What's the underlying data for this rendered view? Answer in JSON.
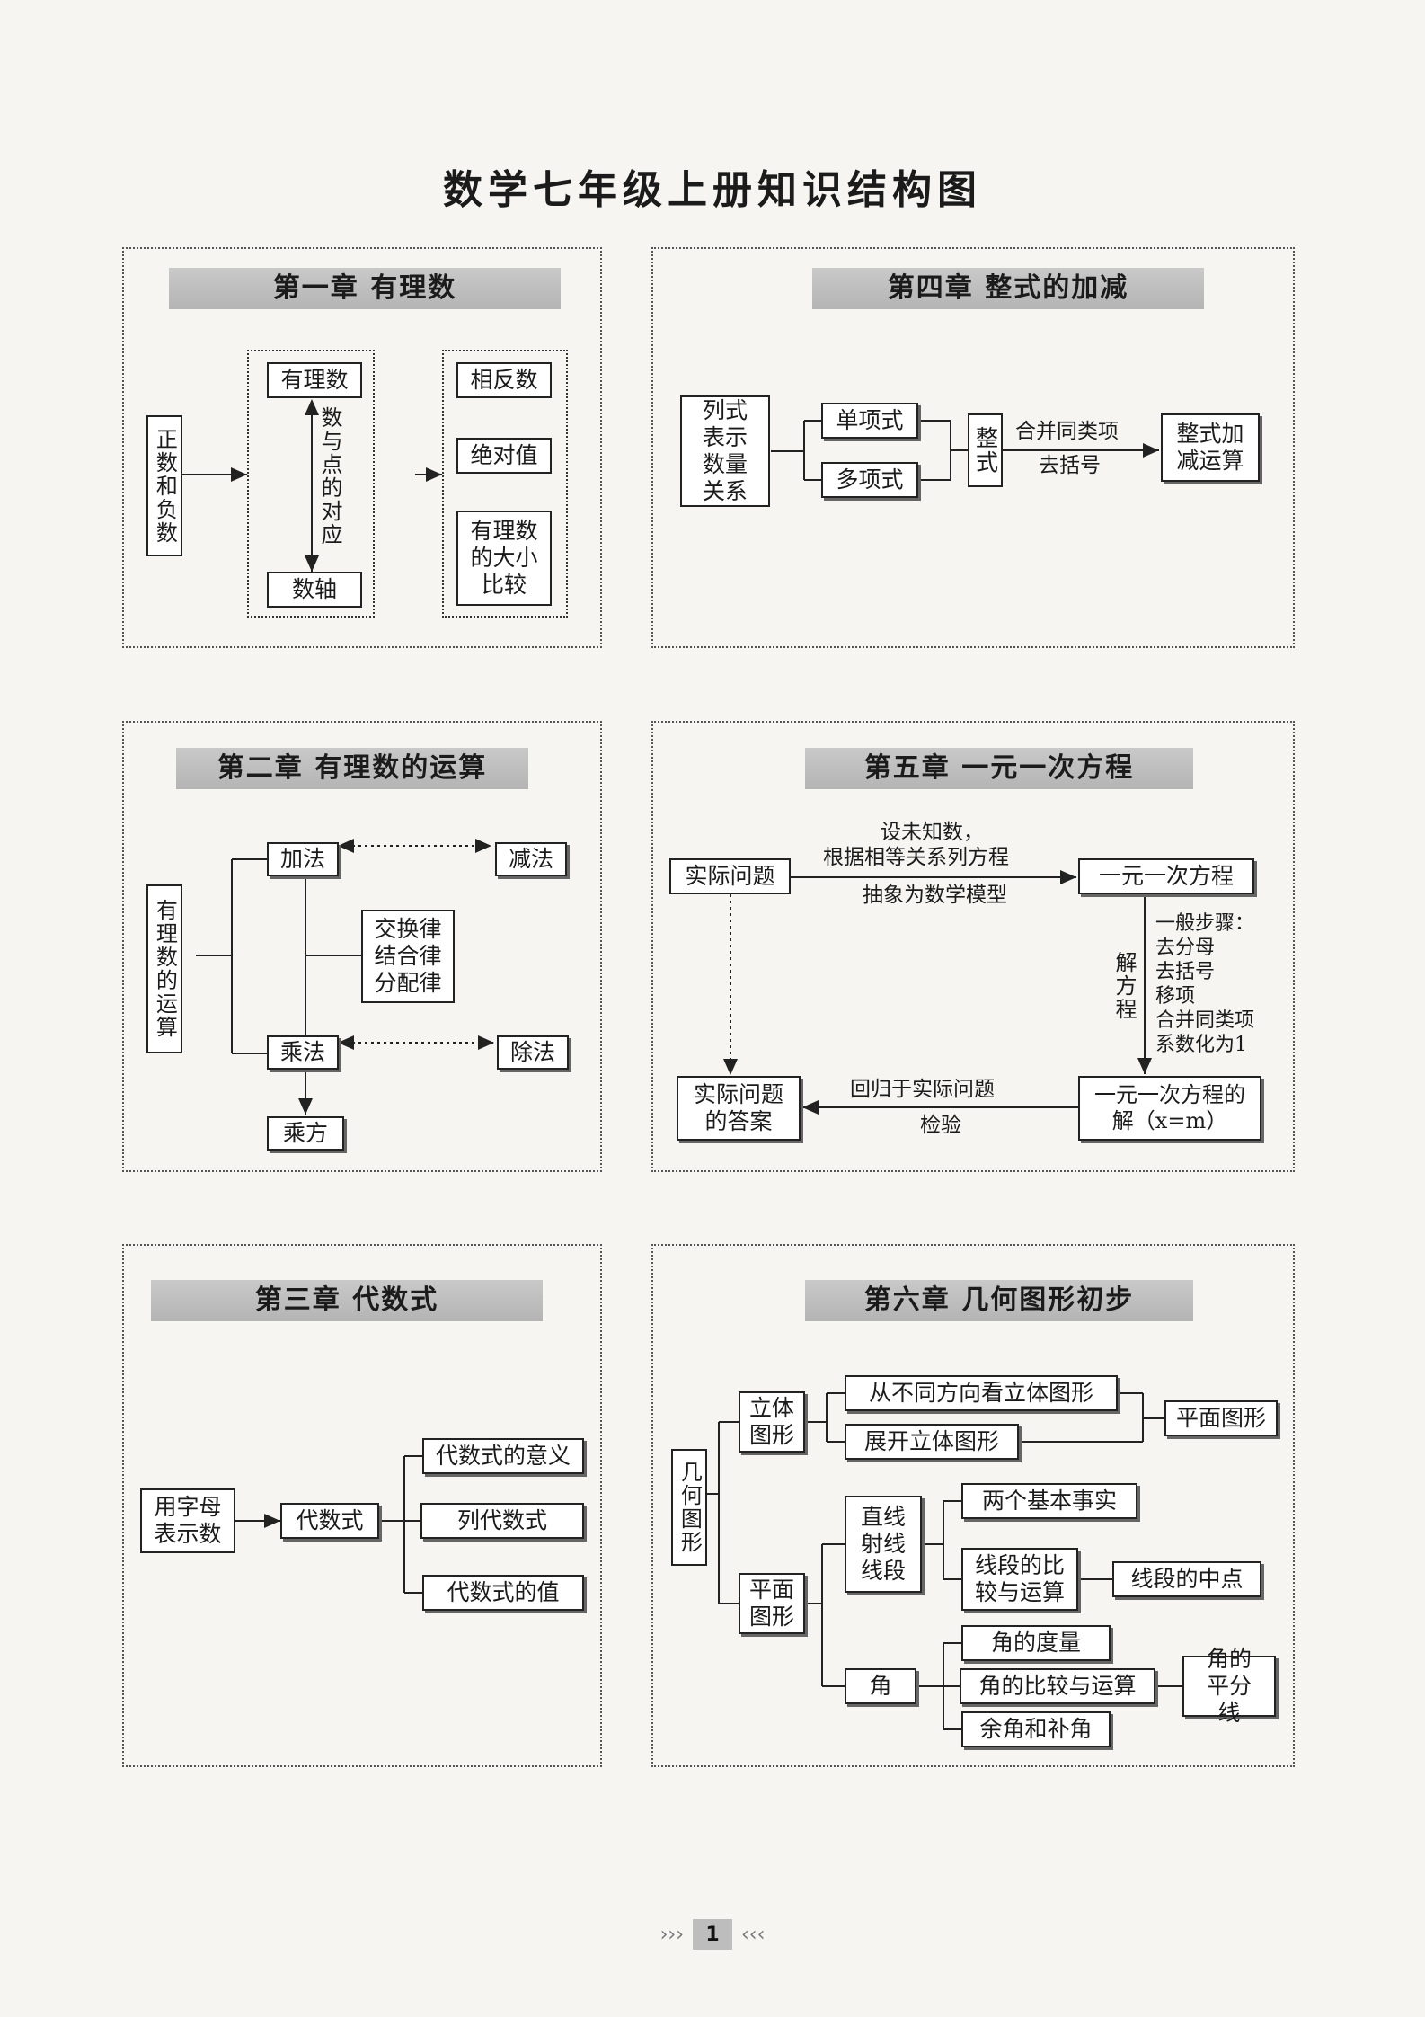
{
  "title": "数学七年级上册知识结构图",
  "ch1": {
    "banner": "第一章  有理数",
    "pos_neg": "正数和负数",
    "rational": "有理数",
    "corr": "数与点的对应",
    "axis": "数轴",
    "opposite": "相反数",
    "absolute": "绝对值",
    "compare": "有理数的大小比较"
  },
  "ch2": {
    "banner": "第二章  有理数的运算",
    "ops": "有理数的运算",
    "add": "加法",
    "sub": "减法",
    "laws": "交换律结合律分配律",
    "mul": "乘法",
    "div": "除法",
    "pow": "乘方"
  },
  "ch3": {
    "banner": "第三章  代数式",
    "letters": "用字母表示数",
    "expr": "代数式",
    "meaning": "代数式的意义",
    "write": "列代数式",
    "value": "代数式的值"
  },
  "ch4": {
    "banner": "第四章  整式的加减",
    "relation": "列式表示数量关系",
    "mono": "单项式",
    "poly": "多项式",
    "integral": "整式",
    "combine": "合并同类项",
    "bracket": "去括号",
    "addsub": "整式加减运算"
  },
  "ch5": {
    "banner": "第五章  一元一次方程",
    "real": "实际问题",
    "eq": "一元一次方程",
    "lbl1": "设未知数，",
    "lbl2": "根据相等关系列方程",
    "lbl3": "抽象为数学模型",
    "solve": "解方程",
    "steps": [
      "一般步骤：",
      "去分母",
      "去括号",
      "移项",
      "合并同类项",
      "系数化为1"
    ],
    "answer": "实际问题的答案",
    "sol": "一元一次方程的解（x=m）",
    "back1": "回归于实际问题",
    "back2": "检验"
  },
  "ch6": {
    "banner": "第六章  几何图形初步",
    "geo": "几何图形",
    "solid": "立体图形",
    "view": "从不同方向看立体图形",
    "unfold": "展开立体图形",
    "plane_fig": "平面图形",
    "plane": "平面图形",
    "lines": "直线射线线段",
    "facts": "两个基本事实",
    "seg_cmp": "线段的比较与运算",
    "mid": "线段的中点",
    "angle": "角",
    "measure": "角的度量",
    "ang_cmp": "角的比较与运算",
    "bisector": "角的平分线",
    "comp": "余角和补角"
  },
  "footer": {
    "page": "1"
  }
}
